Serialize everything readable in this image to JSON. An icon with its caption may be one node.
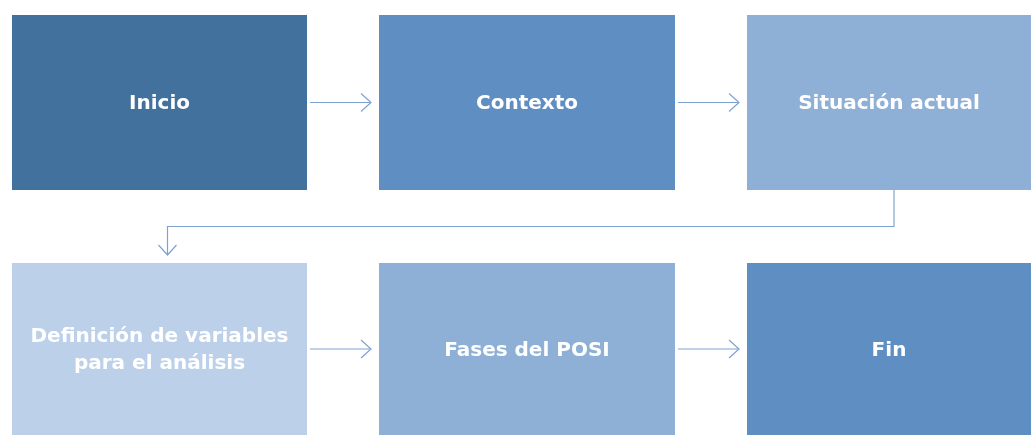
{
  "diagram": {
    "nodes": [
      {
        "text": [
          "Inicio"
        ]
      },
      {
        "text": [
          "Contexto"
        ]
      },
      {
        "text": [
          "Situación actual"
        ]
      },
      {
        "text": [
          "Definición de variables para el análisis"
        ]
      },
      {
        "text": [
          "Fases del POSI"
        ]
      },
      {
        "text": [
          "Fin"
        ]
      }
    ],
    "edges": [
      {
        "from": 0,
        "to": 1,
        "arrow": "to"
      },
      {
        "from": 1,
        "to": 2,
        "arrow": "to"
      },
      {
        "from": 2,
        "to": 3,
        "arrow": "to"
      },
      {
        "from": 3,
        "to": 4,
        "arrow": "to"
      },
      {
        "from": 4,
        "to": 5,
        "arrow": "to"
      }
    ]
  }
}
